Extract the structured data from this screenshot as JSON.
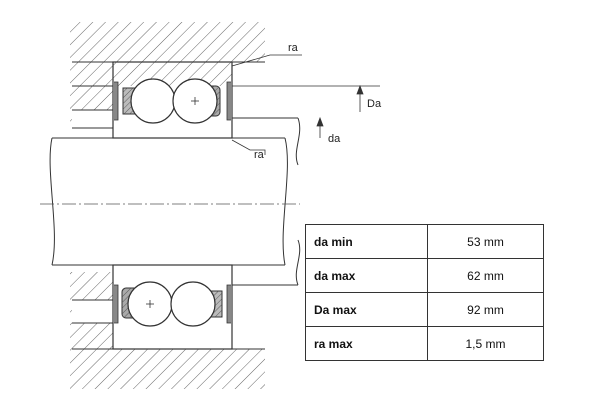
{
  "labels": {
    "ra_top": "ra",
    "ra_mid": "ra",
    "Da": "Da",
    "da": "da"
  },
  "specs": {
    "rows": [
      {
        "label": "da min",
        "value": "53 mm"
      },
      {
        "label": "da max",
        "value": "62 mm"
      },
      {
        "label": "Da max",
        "value": "92 mm"
      },
      {
        "label": "ra max",
        "value": "1,5 mm"
      }
    ]
  },
  "colors": {
    "line": "#333333",
    "hatch": "#666666",
    "cage": "#aaaaaa",
    "background": "#ffffff"
  }
}
